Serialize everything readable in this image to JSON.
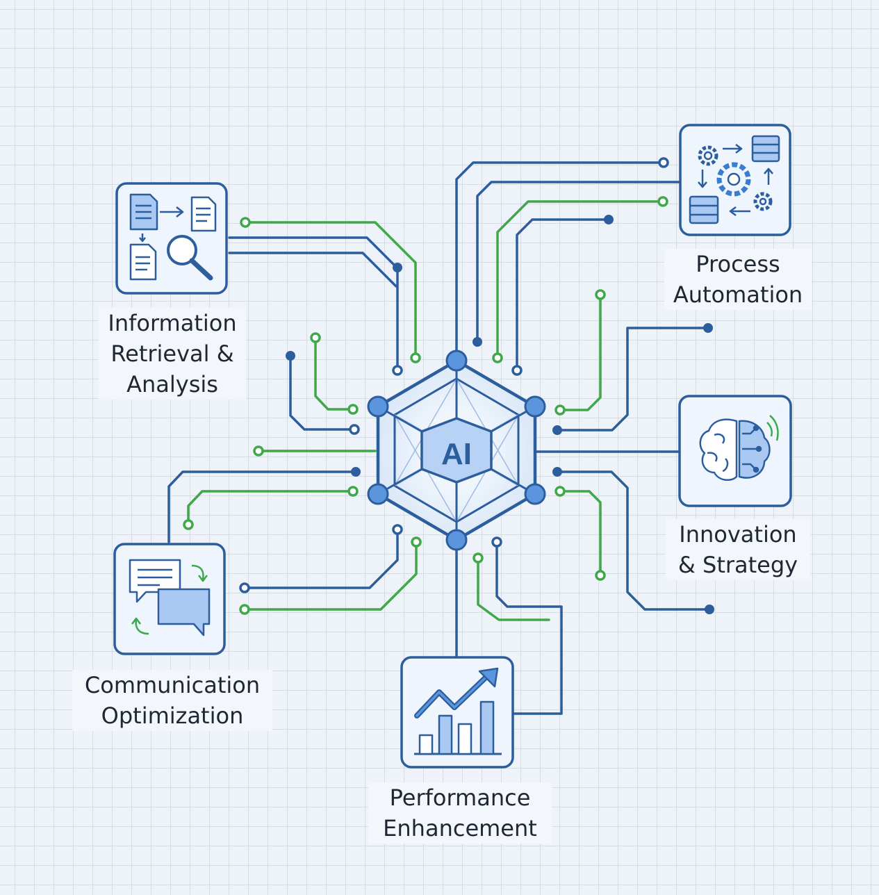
{
  "center_label": "AI",
  "modules": {
    "info": {
      "lines": [
        "Information",
        "Retrieval &",
        "Analysis"
      ],
      "icon": "document-search-icon"
    },
    "process": {
      "lines": [
        "Process",
        "Automation"
      ],
      "icon": "gears-servers-icon"
    },
    "innovation": {
      "lines": [
        "Innovation",
        "& Strategy"
      ],
      "icon": "brain-circuit-icon"
    },
    "communication": {
      "lines": [
        "Communication",
        "Optimization"
      ],
      "icon": "chat-bubbles-icon"
    },
    "performance": {
      "lines": [
        "Performance",
        "Enhancement"
      ],
      "icon": "growth-chart-icon"
    }
  },
  "colors": {
    "blue_line": "#2c5d9c",
    "green_line": "#3fa84a",
    "icon_blue": "#3c7cd0",
    "fill_light": "#eaf2fd",
    "fill_mid": "#a9c9f2"
  }
}
